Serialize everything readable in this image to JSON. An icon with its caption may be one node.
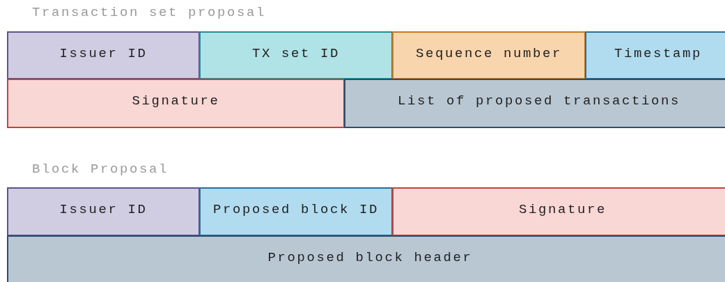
{
  "diagram": {
    "nodes": [
      {
        "text": [
          "Issuer ID"
        ]
      },
      {
        "text": [
          "TX set ID"
        ]
      },
      {
        "text": [
          "Sequence number"
        ]
      },
      {
        "text": [
          "Timestamp"
        ]
      },
      {
        "text": [
          "Signature"
        ]
      },
      {
        "text": [
          "List of proposed transactions"
        ]
      },
      {
        "text": [
          "Issuer ID"
        ]
      },
      {
        "text": [
          "Proposed block ID"
        ]
      },
      {
        "text": [
          "Signature"
        ]
      },
      {
        "text": [
          "Proposed block header"
        ]
      }
    ],
    "labels": [
      "Transaction set proposal",
      "Block Proposal"
    ]
  }
}
